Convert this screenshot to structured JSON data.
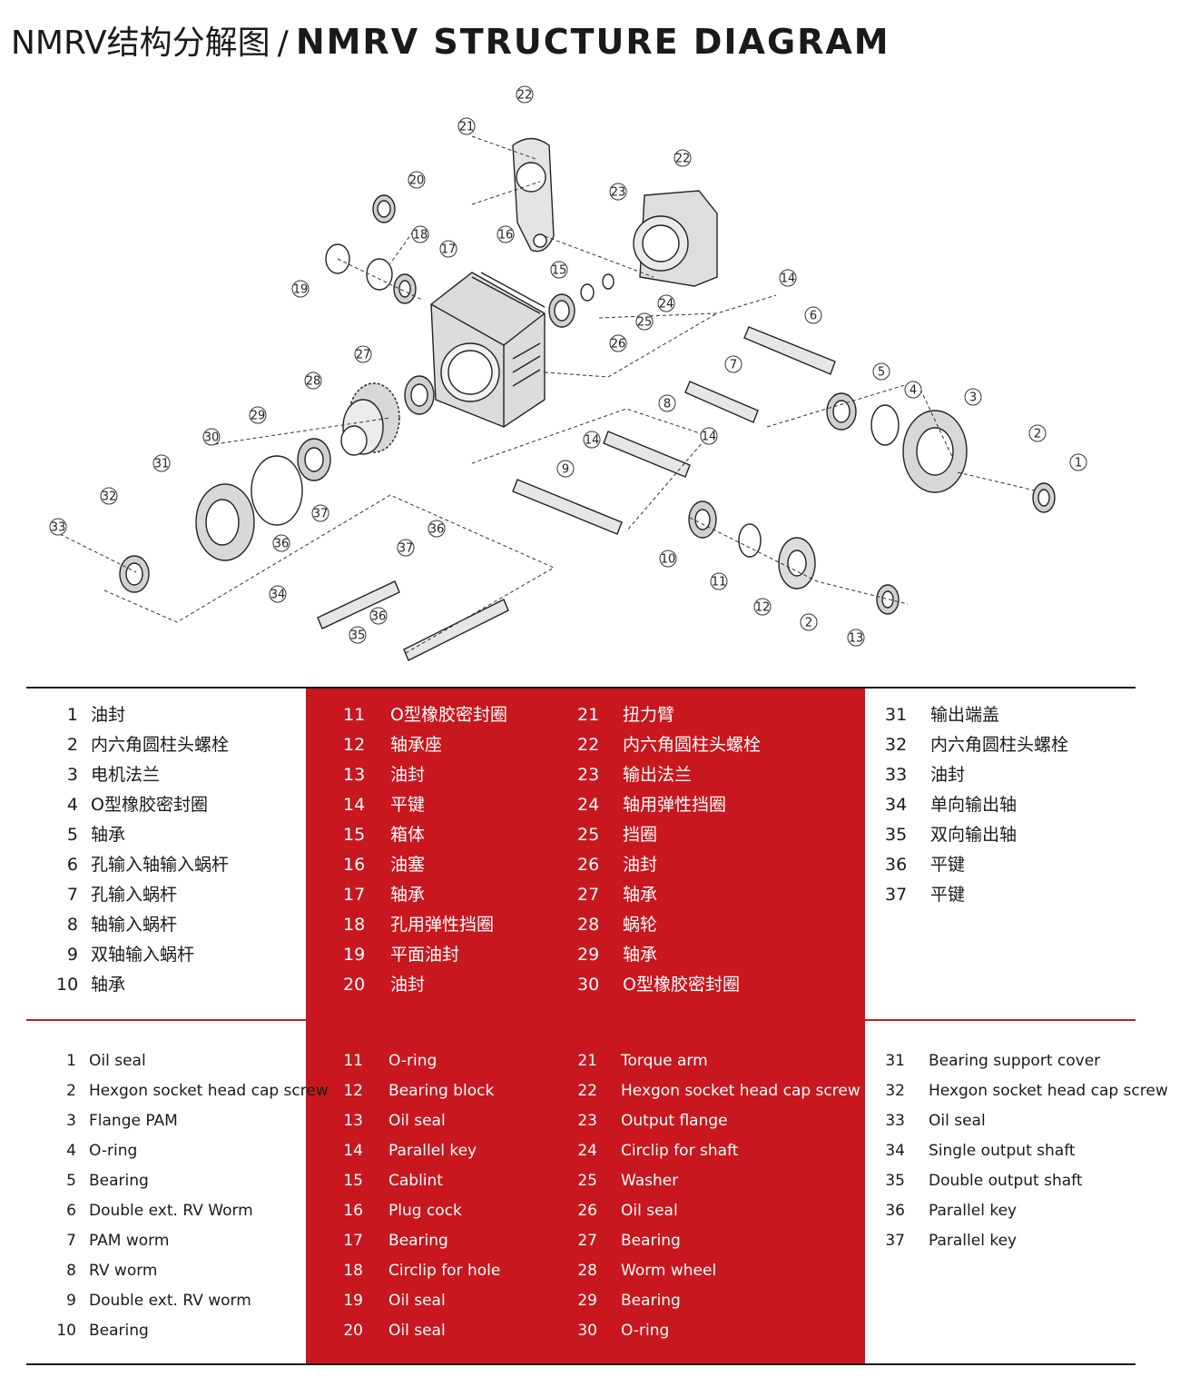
{
  "title": {
    "cn": "NMRV结构分解图",
    "separator": "/",
    "en": "NMRV STRUCTURE DIAGRAM"
  },
  "colors": {
    "accent_red": "#c8171e",
    "line_black": "#1a1a1a",
    "line_red": "#c8171e"
  },
  "callouts": [
    "1",
    "2",
    "3",
    "4",
    "5",
    "6",
    "7",
    "8",
    "9",
    "10",
    "11",
    "12",
    "13",
    "14",
    "15",
    "16",
    "17",
    "18",
    "19",
    "20",
    "21",
    "22",
    "23",
    "24",
    "25",
    "26",
    "27",
    "28",
    "29",
    "30",
    "31",
    "32",
    "33",
    "34",
    "35",
    "36",
    "37"
  ],
  "parts_cn": [
    [
      {
        "num": "1",
        "name": "油封"
      },
      {
        "num": "2",
        "name": "内六角圆柱头螺栓"
      },
      {
        "num": "3",
        "name": "电机法兰"
      },
      {
        "num": "4",
        "name": "O型橡胶密封圈"
      },
      {
        "num": "5",
        "name": "轴承"
      },
      {
        "num": "6",
        "name": "孔输入轴输入蜗杆"
      },
      {
        "num": "7",
        "name": "孔输入蜗杆"
      },
      {
        "num": "8",
        "name": "轴输入蜗杆"
      },
      {
        "num": "9",
        "name": "双轴输入蜗杆"
      },
      {
        "num": "10",
        "name": "轴承"
      }
    ],
    [
      {
        "num": "11",
        "name": "O型橡胶密封圈"
      },
      {
        "num": "12",
        "name": "轴承座"
      },
      {
        "num": "13",
        "name": "油封"
      },
      {
        "num": "14",
        "name": "平键"
      },
      {
        "num": "15",
        "name": "箱体"
      },
      {
        "num": "16",
        "name": "油塞"
      },
      {
        "num": "17",
        "name": "轴承"
      },
      {
        "num": "18",
        "name": "孔用弹性挡圈"
      },
      {
        "num": "19",
        "name": "平面油封"
      },
      {
        "num": "20",
        "name": "油封"
      }
    ],
    [
      {
        "num": "21",
        "name": "扭力臂"
      },
      {
        "num": "22",
        "name": "内六角圆柱头螺栓"
      },
      {
        "num": "23",
        "name": "输出法兰"
      },
      {
        "num": "24",
        "name": "轴用弹性挡圈"
      },
      {
        "num": "25",
        "name": "挡圈"
      },
      {
        "num": "26",
        "name": "油封"
      },
      {
        "num": "27",
        "name": "轴承"
      },
      {
        "num": "28",
        "name": "蜗轮"
      },
      {
        "num": "29",
        "name": "轴承"
      },
      {
        "num": "30",
        "name": "O型橡胶密封圈"
      }
    ],
    [
      {
        "num": "31",
        "name": "输出端盖"
      },
      {
        "num": "32",
        "name": "内六角圆柱头螺栓"
      },
      {
        "num": "33",
        "name": "油封"
      },
      {
        "num": "34",
        "name": "单向输出轴"
      },
      {
        "num": "35",
        "name": "双向输出轴"
      },
      {
        "num": "36",
        "name": "平键"
      },
      {
        "num": "37",
        "name": "平键"
      }
    ]
  ],
  "parts_en": [
    [
      {
        "num": "1",
        "name": "Oil seal"
      },
      {
        "num": "2",
        "name": "Hexgon socket head cap screw"
      },
      {
        "num": "3",
        "name": "Flange PAM"
      },
      {
        "num": "4",
        "name": "O-ring"
      },
      {
        "num": "5",
        "name": "Bearing"
      },
      {
        "num": "6",
        "name": "Double ext. RV Worm"
      },
      {
        "num": "7",
        "name": "PAM worm"
      },
      {
        "num": "8",
        "name": "RV  worm"
      },
      {
        "num": "9",
        "name": "Double ext. RV worm"
      },
      {
        "num": "10",
        "name": "Bearing"
      }
    ],
    [
      {
        "num": "11",
        "name": "O-ring"
      },
      {
        "num": "12",
        "name": "Bearing block"
      },
      {
        "num": "13",
        "name": "Oil seal"
      },
      {
        "num": "14",
        "name": "Parallel key"
      },
      {
        "num": "15",
        "name": "Cablint"
      },
      {
        "num": "16",
        "name": "Plug cock"
      },
      {
        "num": "17",
        "name": "Bearing"
      },
      {
        "num": "18",
        "name": "Circlip for hole"
      },
      {
        "num": "19",
        "name": "Oil seal"
      },
      {
        "num": "20",
        "name": "Oil seal"
      }
    ],
    [
      {
        "num": "21",
        "name": "Torque arm"
      },
      {
        "num": "22",
        "name": "Hexgon socket head cap screw"
      },
      {
        "num": "23",
        "name": "Output flange"
      },
      {
        "num": "24",
        "name": "Circlip for shaft"
      },
      {
        "num": "25",
        "name": "Washer"
      },
      {
        "num": "26",
        "name": "Oil seal"
      },
      {
        "num": "27",
        "name": "Bearing"
      },
      {
        "num": "28",
        "name": "Worm wheel"
      },
      {
        "num": "29",
        "name": "Bearing"
      },
      {
        "num": "30",
        "name": "O-ring"
      }
    ],
    [
      {
        "num": "31",
        "name": "Bearing support cover"
      },
      {
        "num": "32",
        "name": "Hexgon socket head cap screw"
      },
      {
        "num": "33",
        "name": "Oil seal"
      },
      {
        "num": "34",
        "name": "Single output shaft"
      },
      {
        "num": "35",
        "name": "Double output shaft"
      },
      {
        "num": "36",
        "name": "Parallel key"
      },
      {
        "num": "37",
        "name": "Parallel key"
      }
    ]
  ]
}
